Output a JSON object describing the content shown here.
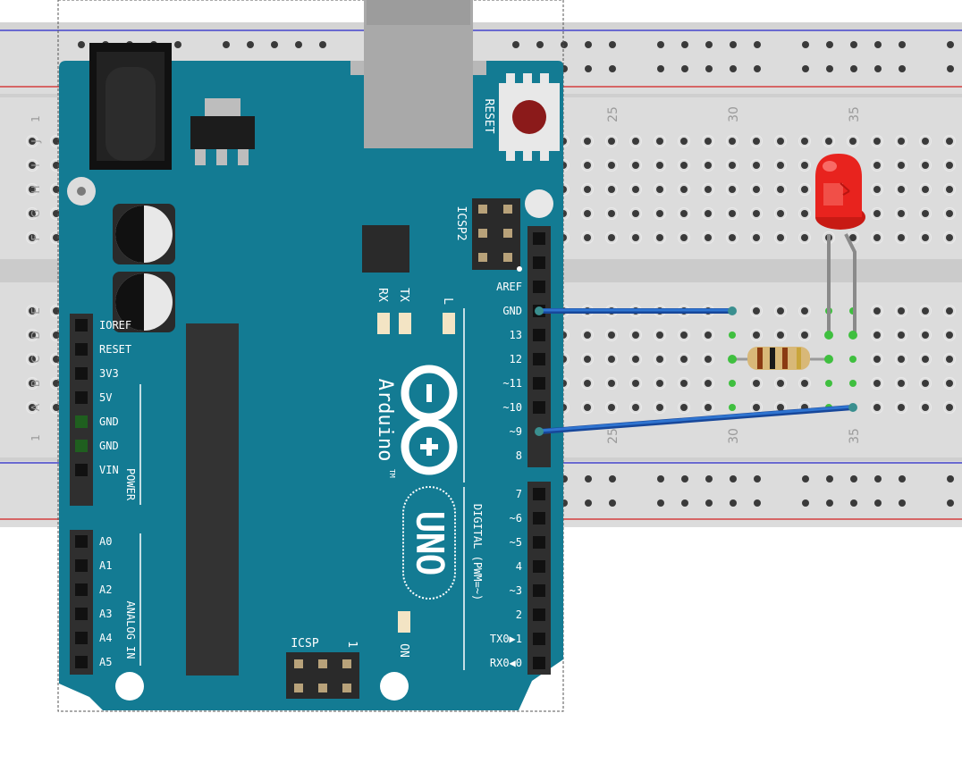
{
  "breadboard": {
    "row_letters_top": [
      "J",
      "I",
      "H",
      "G",
      "F"
    ],
    "row_letters_bottom": [
      "E",
      "D",
      "C",
      "B",
      "A"
    ],
    "col_numbers": [
      "1",
      "25",
      "30",
      "35"
    ],
    "colors": {
      "body": "#dcdcdc",
      "hole": "#3a3a3a",
      "rail_red": "#d32020",
      "rail_blue": "#2727c8",
      "connected_hole": "#3fbf3f"
    }
  },
  "arduino": {
    "brand": "Arduino",
    "model": "UNO",
    "trademark": "TM",
    "reset_label": "RESET",
    "icsp2_label": "ICSP2",
    "icsp_label": "ICSP",
    "icsp_pin1": "1",
    "on_label": "ON",
    "rx_label": "RX",
    "tx_label": "TX",
    "l_label": "L",
    "power_label": "POWER",
    "analog_label": "ANALOG IN",
    "digital_label": "DIGITAL (PWM=~)",
    "power_pins": [
      "IOREF",
      "RESET",
      "3V3",
      "5V",
      "GND",
      "GND",
      "VIN"
    ],
    "analog_pins": [
      "A0",
      "A1",
      "A2",
      "A3",
      "A4",
      "A5"
    ],
    "digital_pins_top": [
      "AREF",
      "GND",
      "13",
      "12",
      "~11",
      "~10",
      "~9",
      "8"
    ],
    "digital_pins_bottom": [
      "7",
      "~6",
      "~5",
      "4",
      "~3",
      "2",
      "TX0▶1",
      "RX0◀0"
    ],
    "colors": {
      "board": "#137b93",
      "header": "#2f2f2f"
    }
  },
  "components": {
    "led": {
      "color": "#e8231e",
      "name": "led-icon"
    },
    "resistor": {
      "name": "resistor-icon",
      "bands": [
        "#8a3b12",
        "#1a1a1a",
        "#8a3b12",
        "#c9a53b"
      ]
    },
    "wire_gnd": {
      "from": "GND",
      "to": "30",
      "color": "#1f5fbf"
    },
    "wire_pin9": {
      "from": "~9",
      "to": "35",
      "color": "#1f5fbf"
    }
  }
}
